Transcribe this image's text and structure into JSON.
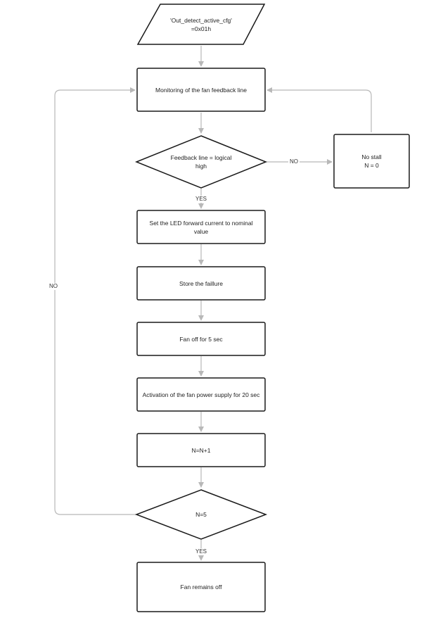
{
  "nodes": {
    "config": {
      "text": "'Out_detect_active_cfg'\n=0x01h"
    },
    "monitor": {
      "text": "Monitoring of the fan feedback line"
    },
    "feedback": {
      "text": "Feedback line = logical\nhigh"
    },
    "no_stall": {
      "text": "No stall\nN = 0"
    },
    "set_led": {
      "text": "Set the LED forward current to nominal\nvalue"
    },
    "store": {
      "text": "Store the faillure"
    },
    "fan_off": {
      "text": "Fan off for 5 sec"
    },
    "activation": {
      "text": "Activation of the fan power supply for 20 sec"
    },
    "increment": {
      "text": "N=N+1"
    },
    "check_n": {
      "text": "N=5"
    },
    "remains_off": {
      "text": "Fan remains off"
    }
  },
  "edges": {
    "feedback_no": "NO",
    "feedback_yes": "YES",
    "check_no": "NO",
    "check_yes": "YES"
  }
}
